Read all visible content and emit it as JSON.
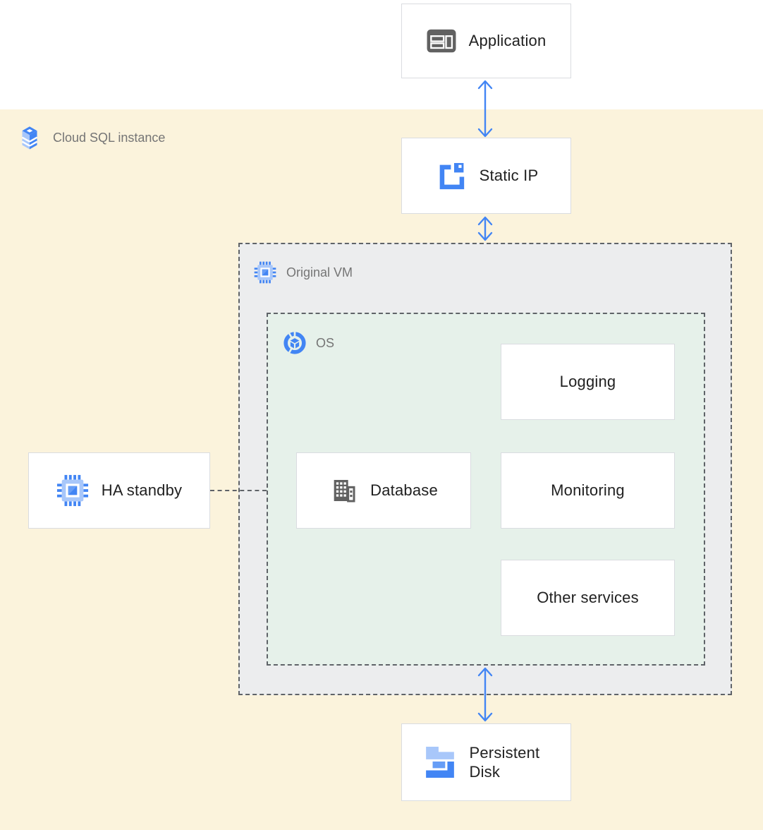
{
  "colors": {
    "accent_blue": "#4285F4",
    "light_blue": "#A8C7FA",
    "mid_blue": "#669DF6",
    "icon_gray": "#616161",
    "label_gray": "#757575",
    "text_dark": "#212121",
    "cream_bg": "#FBF3DC",
    "vm_bg": "#ECEDEE",
    "os_bg": "#E6F1EA",
    "node_border": "#DADCE0",
    "dashed_border": "#5F6368"
  },
  "containers": {
    "cloud_sql_instance": {
      "label": "Cloud SQL instance",
      "icon": "cloud-sql-icon"
    },
    "original_vm": {
      "label": "Original VM",
      "icon": "compute-engine-icon"
    },
    "os": {
      "label": "OS",
      "icon": "os-icon"
    }
  },
  "nodes": {
    "application": {
      "label": "Application",
      "icon": "application-icon"
    },
    "static_ip": {
      "label": "Static IP",
      "icon": "static-ip-icon"
    },
    "ha_standby": {
      "label": "HA standby",
      "icon": "compute-engine-icon"
    },
    "database": {
      "label": "Database",
      "icon": "database-building-icon"
    },
    "logging": {
      "label": "Logging"
    },
    "monitoring": {
      "label": "Monitoring"
    },
    "other_services": {
      "label": "Other services"
    },
    "persistent_disk": {
      "label": "Persistent Disk",
      "icon": "persistent-disk-icon"
    }
  },
  "connections": [
    {
      "from": "application",
      "to": "static_ip",
      "type": "bidirectional-arrow"
    },
    {
      "from": "static_ip",
      "to": "original_vm",
      "type": "bidirectional-arrow"
    },
    {
      "from": "os",
      "to": "persistent_disk",
      "type": "bidirectional-arrow"
    },
    {
      "from": "ha_standby",
      "to": "os",
      "type": "dashed-line"
    }
  ]
}
